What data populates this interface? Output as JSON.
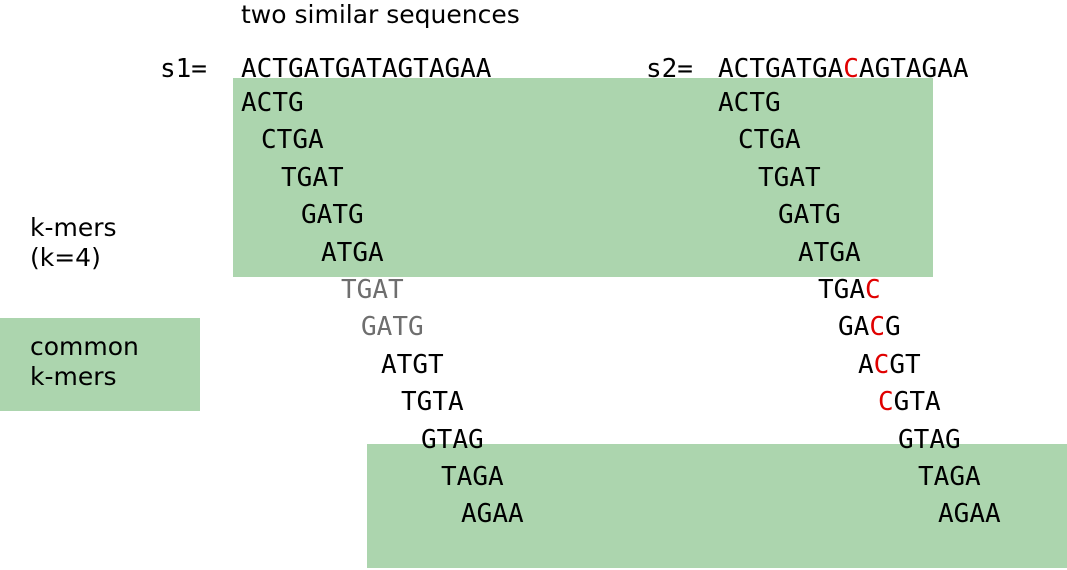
{
  "title": "two similar sequences",
  "sequences": [
    {
      "label": "s1=",
      "sequence": "ACTGATGATAGTAGAA"
    },
    {
      "label": "s2=",
      "sequence": "ACTGATGACAGTAGAA"
    }
  ],
  "kmers_label": [
    "k-mers",
    "(k=4)"
  ],
  "legend_label": [
    "common",
    "k-mers"
  ],
  "k": 4,
  "mutation_index": 8,
  "kmers_s1": [
    "ACTG",
    "CTGA",
    "TGAT",
    "GATG",
    "ATGA",
    "TGAT",
    "GATG",
    "ATGT",
    "TGTA",
    "GTAG",
    "TAGA",
    "AGAA"
  ],
  "kmers_s2": [
    "ACTG",
    "CTGA",
    "TGAT",
    "GATG",
    "ATGA",
    "TGAC",
    "GACG",
    "ACGT",
    "CGTA",
    "GTAG",
    "TAGA",
    "AGAA"
  ],
  "s1_gray_rows": [
    5,
    6
  ],
  "common_rows": [
    0,
    1,
    2,
    3,
    4,
    9,
    10,
    11
  ],
  "colors": {
    "common_fill": "#acd5ae",
    "mutation": "#e00000",
    "gray_text": "#6e6e6e",
    "text": "#000000"
  }
}
